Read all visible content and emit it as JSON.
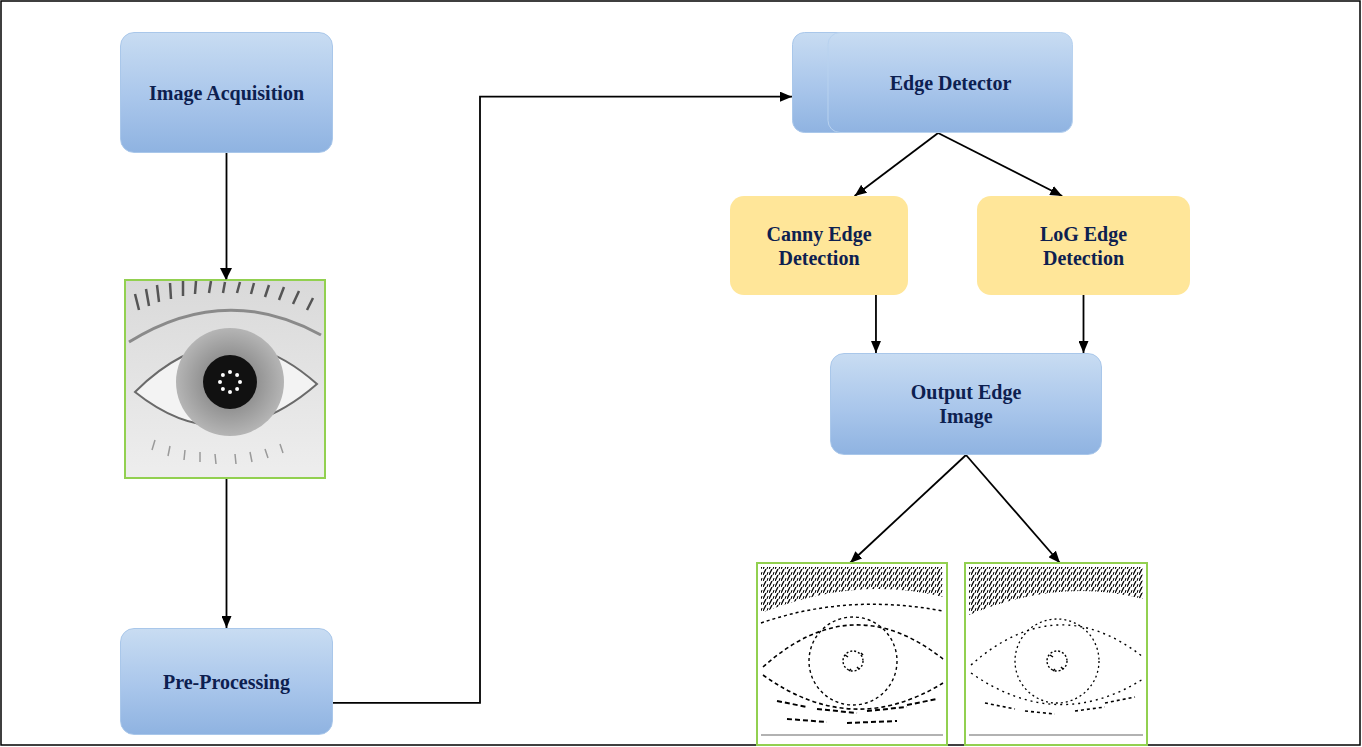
{
  "diagram": {
    "nodes": [
      {
        "text": [
          "Image Acquisition"
        ]
      },
      {
        "text": [
          "Pre-Processing"
        ]
      },
      {
        "text": [
          "Edge Detector"
        ]
      },
      {
        "text": [
          "Canny Edge Detection"
        ]
      },
      {
        "text": [
          "LoG Edge Detection"
        ]
      },
      {
        "text": [
          "Output Edge Image"
        ]
      }
    ],
    "edges": [
      {
        "from": 0,
        "to": 1,
        "arrow": "to"
      },
      {
        "from": 1,
        "to": 2,
        "arrow": "to"
      },
      {
        "from": 2,
        "to": 3,
        "arrow": "to"
      },
      {
        "from": 2,
        "to": 4,
        "arrow": "to"
      },
      {
        "from": 3,
        "to": 5,
        "arrow": "to"
      },
      {
        "from": 4,
        "to": 5,
        "arrow": "to"
      }
    ]
  }
}
